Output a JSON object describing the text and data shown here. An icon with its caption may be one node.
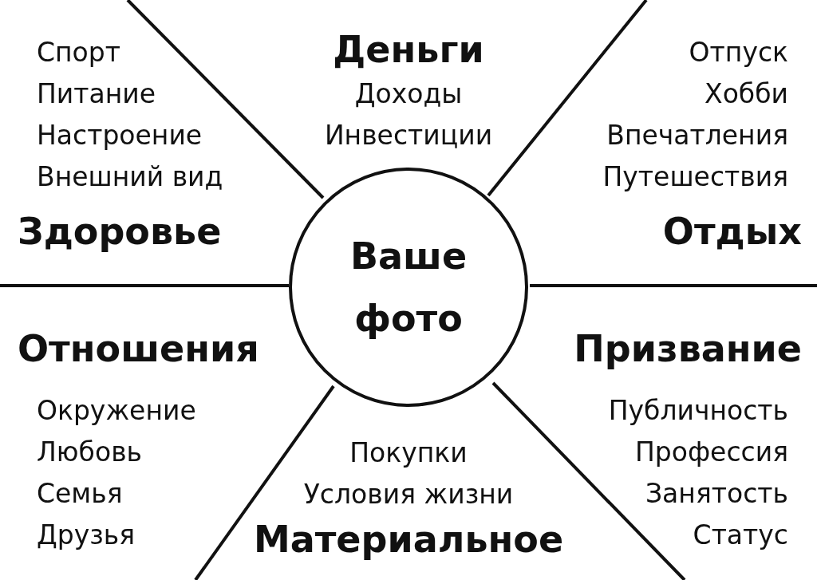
{
  "diagram": {
    "nodes": [
      {
        "text": [
          "Спорт",
          "Питание",
          "Настроение",
          "Внешний вид",
          "Здоровье"
        ]
      },
      {
        "text": [
          "Деньги",
          "Доходы",
          "Инвестиции"
        ]
      },
      {
        "text": [
          "Отпуск",
          "Хобби",
          "Впечатления",
          "Путешествия",
          "Отдых"
        ]
      },
      {
        "text": [
          "Ваше фото"
        ]
      },
      {
        "text": [
          "Отношения",
          "Окружение",
          "Любовь",
          "Семья",
          "Друзья"
        ]
      },
      {
        "text": [
          "Покупки",
          "Условия жизни",
          "Материальное"
        ]
      },
      {
        "text": [
          "Призвание",
          "Публичность",
          "Профессия",
          "Занятость",
          "Статус"
        ]
      }
    ]
  }
}
